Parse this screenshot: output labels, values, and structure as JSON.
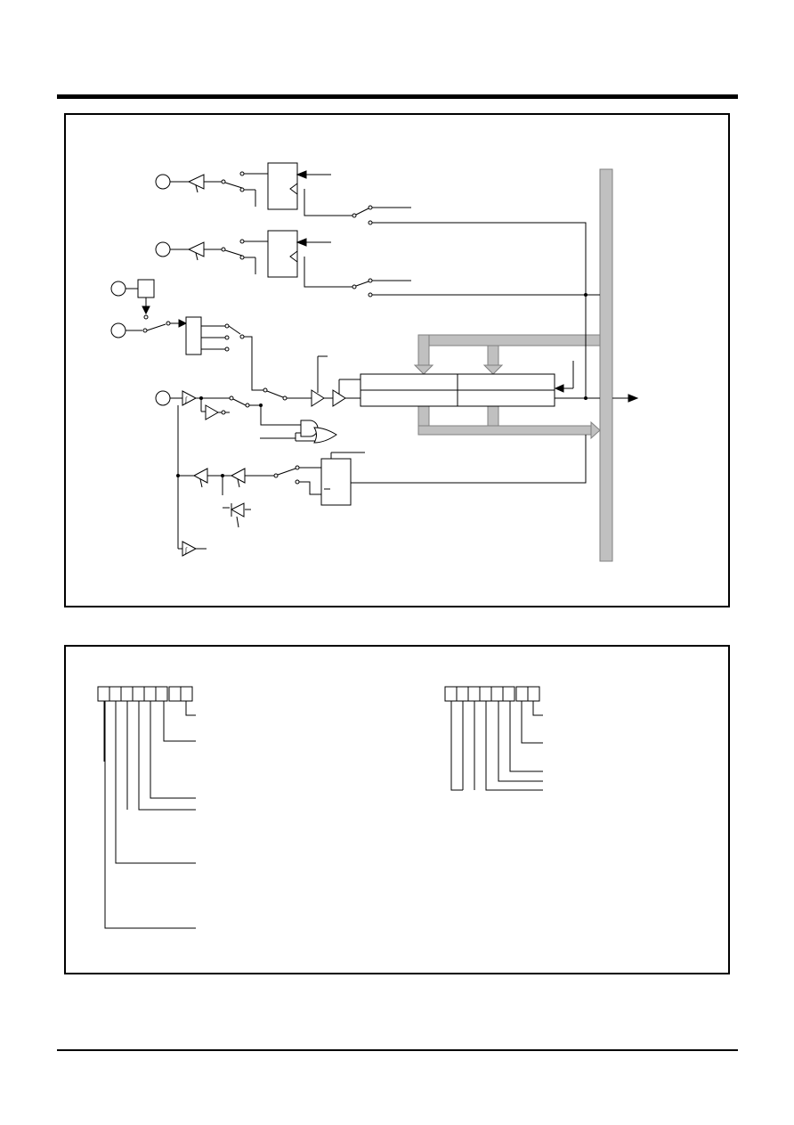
{
  "page": {
    "header_rule": "top-rule",
    "footer_rule": "bottom-rule"
  },
  "figures": [
    {
      "id": "port-block-diagram",
      "caption": ""
    },
    {
      "id": "register-bit-map",
      "caption": ""
    }
  ],
  "colors": {
    "line": "#000000",
    "bus_fill": "#c0c0c0",
    "bus_stroke": "#808080",
    "background": "#ffffff"
  },
  "register_left": {
    "bit_count": 8,
    "label": ""
  },
  "register_right": {
    "bit_count": 8,
    "label": ""
  }
}
